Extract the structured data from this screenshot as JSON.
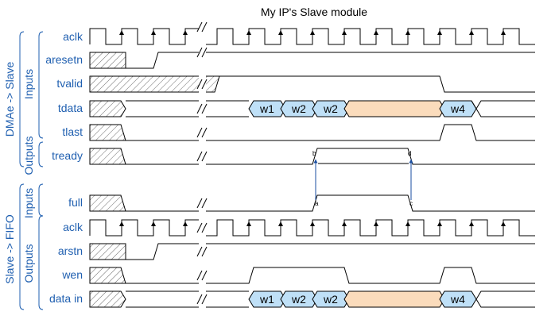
{
  "title": "My IP's Slave module",
  "colors": {
    "label": "#1f5fb0",
    "wave": "#000000",
    "bus_word": "#bfe0f7",
    "bus_wait": "#fbdcbc",
    "arrow": "#1a4ea0",
    "hatch": "#6b6b6b"
  },
  "side_labels": {
    "dmae_slave": "DMAe -> Slave",
    "slave_fifo": "Slave -> FIFO"
  },
  "groups": {
    "dmae_inputs": "Inputs",
    "dmae_outputs": "Outputs",
    "fifo_inputs": "Inputs",
    "fifo_outputs": "Outputs"
  },
  "signals": {
    "aclk": "aclk",
    "aresetn": "aresetn",
    "tvalid": "tvalid",
    "tdata": "tdata",
    "tlast": "tlast",
    "tready": "tready",
    "full": "full",
    "aclk2": "aclk",
    "arstn": "arstn",
    "wen": "wen",
    "data_in": "data in"
  },
  "bus_values": {
    "tdata": [
      "w1",
      "w2",
      "w2",
      "",
      "w4"
    ],
    "data_in": [
      "w1",
      "w2",
      "w2",
      "",
      "w4"
    ]
  },
  "markers": {
    "tready_a": "b",
    "tready_b": "d",
    "full_a": "a",
    "full_b": "c"
  }
}
